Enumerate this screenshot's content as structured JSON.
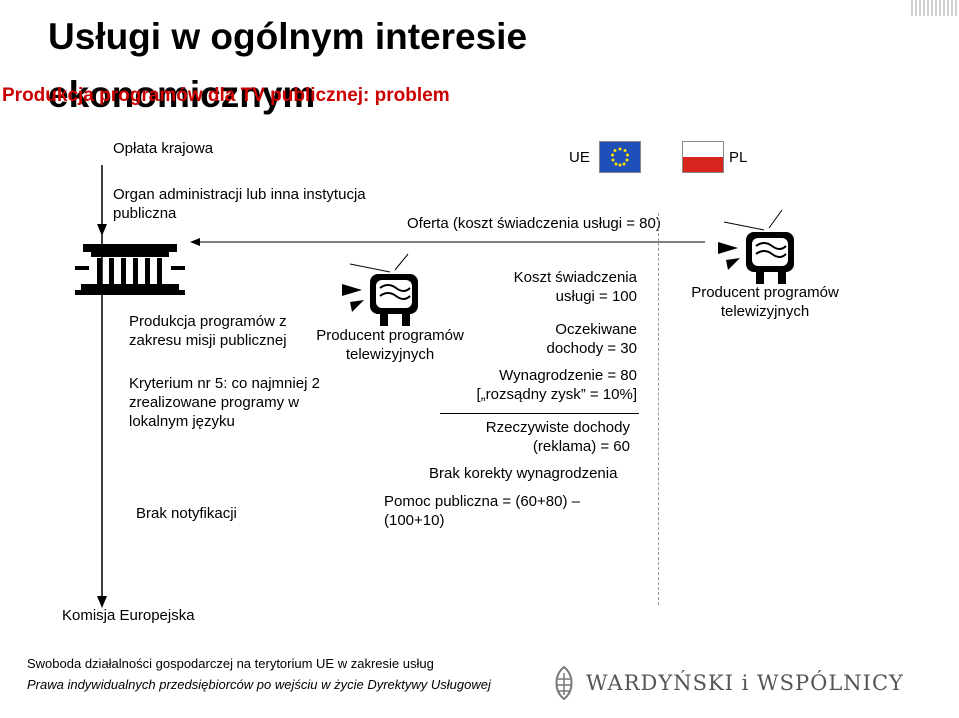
{
  "header": {
    "title": "Usługi w ogólnym interesie ekonomicznym",
    "subtitle": "Produkcja programów dla TV publicznej: problem"
  },
  "left": {
    "oplata": "Opłata krajowa",
    "organ": "Organ administracji lub inna instytucja publiczna",
    "produkcja": "Produkcja programów z zakresu misji publicznej",
    "kryterium": "Kryterium nr 5: co najmniej 2 zrealizowane programy w lokalnym języku",
    "notyfikacja": "Brak notyfikacji",
    "komisja": "Komisja Europejska"
  },
  "countries": {
    "ue": "UE",
    "pl": "PL"
  },
  "oferta": "Oferta (koszt świadczenia usługi = 80)",
  "producer_mid": "Producent programów telewizyjnych",
  "producer_right": "Producent programów telewizyjnych",
  "calc": {
    "koszt": "Koszt świadczenia usługi = 100",
    "oczekiwane": "Oczekiwane dochody = 30",
    "wynagrodzenie": "Wynagrodzenie = 80 [„rozsądny zysk” = 10%]",
    "rzeczywiste": "Rzeczywiste dochody (reklama) = 60",
    "brak_korekty": "Brak korekty wynagrodzenia",
    "pomoc": "Pomoc publiczna = (60+80) – (100+10)"
  },
  "footer": {
    "line1": "Swoboda działalności gospodarczej na terytorium UE w zakresie usług",
    "line2": "Prawa indywidualnych przedsiębiorców po wejściu w życie Dyrektywy Usługowej",
    "logo": "WARDYŃSKI i WSPÓLNICY"
  },
  "icons": [
    "building-icon",
    "tv-icon",
    "eu-flag-icon",
    "pl-flag-icon",
    "logo-emblem-icon"
  ],
  "colors": {
    "subtitle": "#cc0000",
    "eu_blue": "#1f4fb8",
    "eu_star": "#ffdd00",
    "pl_red": "#d9231e"
  }
}
